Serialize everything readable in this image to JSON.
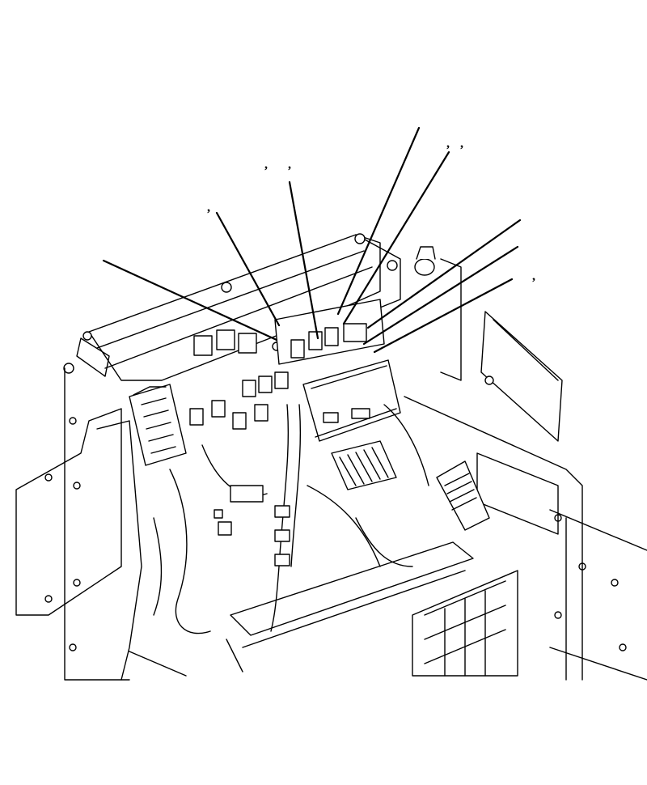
{
  "diagram": {
    "callouts": [
      {
        "id": "c1",
        "mark": ","
      },
      {
        "id": "c2",
        "mark": ","
      },
      {
        "id": "c3",
        "mark": ","
      },
      {
        "id": "c4",
        "mark": ","
      },
      {
        "id": "c5",
        "mark": ","
      },
      {
        "id": "c6",
        "mark": ","
      }
    ]
  }
}
